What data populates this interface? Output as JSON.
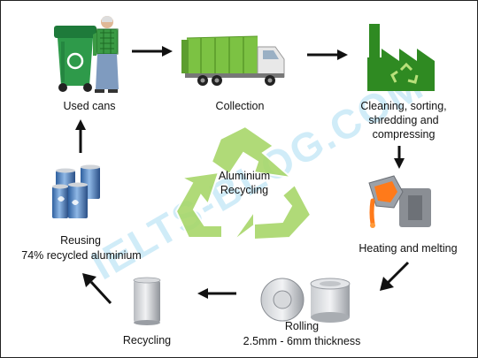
{
  "watermark": "IELTS-BLOG.COM",
  "center": {
    "line1": "Aluminium",
    "line2": "Recycling"
  },
  "stages": {
    "used_cans": "Used cans",
    "collection": "Collection",
    "cleaning": [
      "Cleaning, sorting,",
      "shredding and",
      "compressing"
    ],
    "heating": "Heating and melting",
    "rolling": [
      "Rolling",
      "2.5mm - 6mm thickness"
    ],
    "recycling": "Recycling",
    "reusing": [
      "Reusing",
      "74% recycled aluminium"
    ]
  },
  "icons": {
    "bin": "wheelie-bin-icon",
    "person": "elderly-person-icon",
    "truck": "garbage-truck-icon",
    "factory": "factory-icon",
    "crucible": "crucible-icon",
    "rolls": "aluminium-rolls-icon",
    "can": "blank-can-icon",
    "cans": "soda-cans-icon",
    "recycle": "recycle-symbol-icon"
  },
  "colors": {
    "recycle_green": "#a8d76a",
    "factory_green": "#2f8a22",
    "truck_green": "#7cc243",
    "bin_green": "#1e7a3a",
    "molten": "#ff7a1a",
    "arrow": "#111111"
  }
}
